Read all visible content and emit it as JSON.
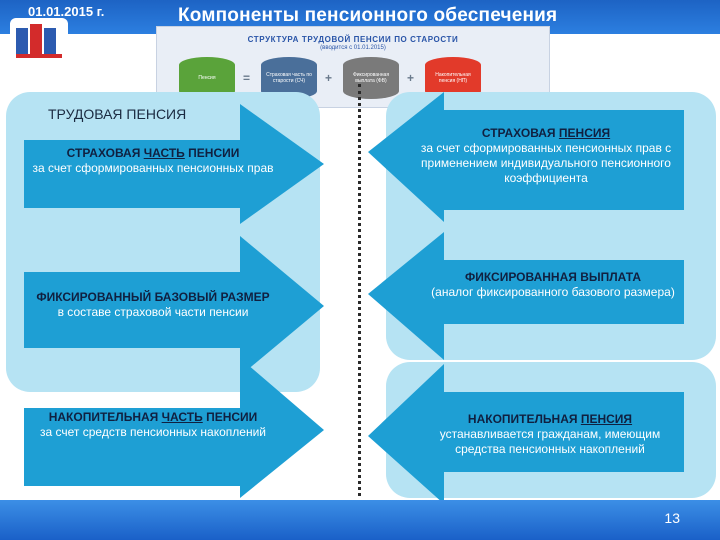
{
  "header": {
    "date": "01.01.2015 г.",
    "title": "Компоненты пенсионного обеспечения"
  },
  "top_image": {
    "title": "СТРУКТУРА ТРУДОВОЙ ПЕНСИИ ПО СТАРОСТИ",
    "subtitle": "(вводится с 01.01.2015)",
    "parts": [
      {
        "label": "Пенсия",
        "color": "#5aa33a"
      },
      {
        "label": "Страховая часть по старости (СЧ)",
        "color": "#4a6f9a"
      },
      {
        "label": "Фиксированная выплата (ФВ)",
        "color": "#7a7a7a"
      },
      {
        "label": "Накопительная пенсия (НП)",
        "color": "#e23a2a"
      }
    ],
    "operators": [
      "=",
      "+",
      "+"
    ]
  },
  "left": {
    "section_label": "ТРУДОВАЯ ПЕНСИЯ",
    "item1": {
      "head_a": "СТРАХОВАЯ ",
      "head_u": "ЧАСТЬ",
      "head_b": " ПЕНСИИ",
      "text": "за счет сформированных пенсионных прав"
    },
    "item2": {
      "head": "ФИКСИРОВАННЫЙ БАЗОВЫЙ РАЗМЕР",
      "text": "в составе страховой части пенсии"
    },
    "item3": {
      "head_a": "НАКОПИТЕЛЬНАЯ ",
      "head_u": "ЧАСТЬ",
      "head_b": " ПЕНСИИ",
      "text": "за счет средств пенсионных накоплений"
    }
  },
  "right": {
    "item1": {
      "head_a": "СТРАХОВАЯ ",
      "head_u": "ПЕНСИЯ",
      "text": "за счет сформированных пенсионных прав с применением индивидуального пенсионного коэффициента"
    },
    "item2": {
      "head": "ФИКСИРОВАННАЯ ВЫПЛАТА",
      "text": "(аналог фиксированного базового размера)"
    },
    "item3": {
      "head_a": "НАКОПИТЕЛЬНАЯ ",
      "head_u": "ПЕНСИЯ",
      "text": "устанавливается гражданам, имеющим средства пенсионных накоплений"
    }
  },
  "footer": {
    "page_number": "13"
  },
  "colors": {
    "arrow_fill": "#1e9fd4",
    "panel_fill": "#b6e3f3",
    "header_blue": "#1d63c4"
  }
}
